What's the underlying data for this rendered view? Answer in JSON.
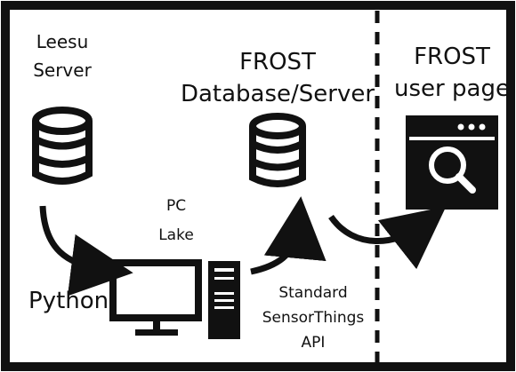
{
  "labels": {
    "leesu_server": [
      "Leesu",
      "Server"
    ],
    "frost_db": [
      "FROST",
      "Database/Server"
    ],
    "frost_user": [
      "FROST",
      "user page"
    ],
    "pc_lake": [
      "PC",
      "Lake"
    ],
    "python": "Python",
    "api": [
      "Standard",
      "SensorThings",
      "API"
    ]
  },
  "colors": {
    "border": "#111111",
    "icon": "#111111",
    "background": "#ffffff"
  },
  "icons": [
    "database-icon",
    "monitor-icon",
    "tower-pc-icon",
    "browser-search-icon",
    "curved-arrow"
  ]
}
